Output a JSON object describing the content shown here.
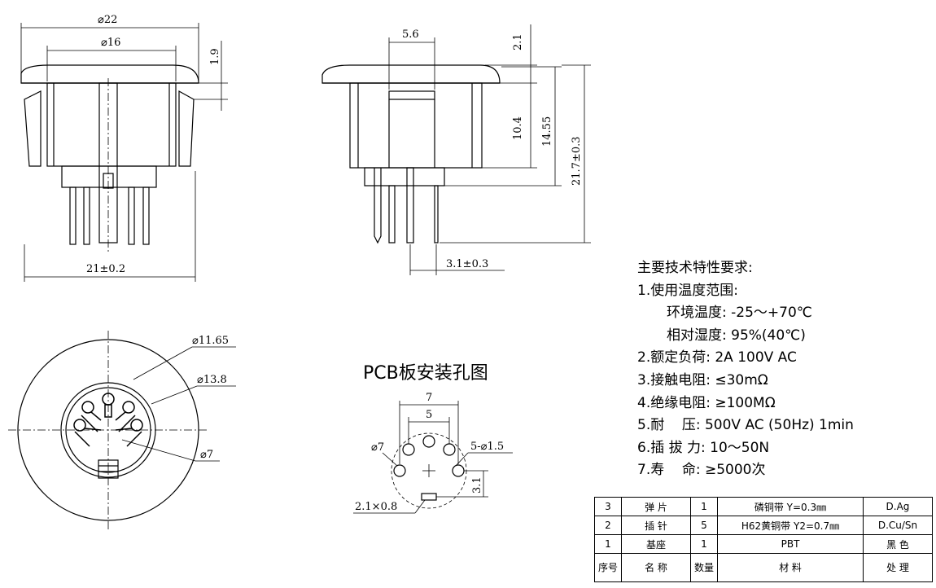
{
  "dims": {
    "d22": "⌀22",
    "d16": "⌀16",
    "h19": "1.9",
    "w21": "21±0.2",
    "w56": "5.6",
    "h21": "2.1",
    "h104": "10.4",
    "h1455": "14.55",
    "h217": "21.7±0.3",
    "w31": "3.1±0.3",
    "d1165": "⌀11.65",
    "d138": "⌀13.8",
    "d7": "⌀7",
    "p7": "7",
    "p5": "5",
    "p_d7": "⌀7",
    "p_holes": "5-⌀1.5",
    "p_slot": "2.1×0.8",
    "p_h31": "3.1"
  },
  "pcb_title": "PCB板安装孔图",
  "requirements": {
    "heading": "主要技术特性要求:",
    "item1": "1.使用温度范围:",
    "temp_ambient": "环境温度: -25～+70℃",
    "humidity": "相对湿度: 95%(40℃)",
    "item2": "2.额定负荷: 2A 100V AC",
    "item3": "3.接触电阻: ≤30mΩ",
    "item4": "4.绝缘电阻: ≥100MΩ",
    "item5": "5.耐    压: 500V AC (50Hz) 1min",
    "item6": "6.插 拔 力: 10～50N",
    "item7": "7.寿    命: ≥5000次"
  },
  "bom": {
    "rows": [
      {
        "no": "3",
        "name": "弹 片",
        "qty": "1",
        "material": "磷铜带 Y=0.3㎜",
        "finish": "D.Ag"
      },
      {
        "no": "2",
        "name": "插 针",
        "qty": "5",
        "material": "H62黄铜带 Y2=0.7㎜",
        "finish": "D.Cu/Sn"
      },
      {
        "no": "1",
        "name": "基座",
        "qty": "1",
        "material": "PBT",
        "finish": "黑 色"
      }
    ],
    "header": {
      "no": "序号",
      "name": "名 称",
      "qty": "数量",
      "material": "材 料",
      "finish": "处 理"
    }
  }
}
